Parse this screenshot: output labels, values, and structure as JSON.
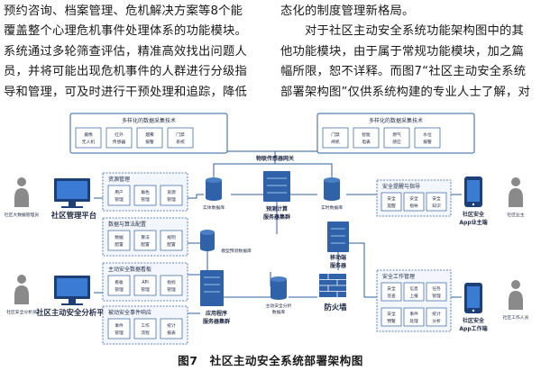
{
  "left_column": {
    "lines": [
      "预约咨询、档案管理、危机解决方案等8个能",
      "覆盖整个心理危机事件处理体系的功能模块。",
      "系统通过多轮筛查评估，精准高效找出问题人",
      "员，并将可能出现危机事件的人群进行分级指",
      "导和管理，可及时进行干预处理和追踪，降低"
    ]
  },
  "right_column": {
    "lines": [
      "态化的制度管理新格局。",
      "　　对于社区主动安全系统功能架构图中的其",
      "他功能模块，由于属于常规功能模块，加之篇",
      "幅所限，恕不详释。而图7“社区主动安全系统",
      "部署架构图”仅供系统构建的专业人士了解，对"
    ]
  },
  "figure": {
    "caption": "图7　社区主动安全系统部署架构图",
    "top_left_group": {
      "title": "多样化的数据采集技术",
      "items": [
        "摄像",
        "无人机",
        "红外",
        "传感器",
        "烟雾",
        "报警",
        "门禁",
        "系统"
      ]
    },
    "top_right_group": {
      "title": "多样化的数据采集技术",
      "items": [
        "门禁",
        "闸机",
        "智能",
        "电表",
        "燃气",
        "感应",
        "水位",
        "报警"
      ]
    },
    "gateway_label": "物联传感器网关",
    "left_users": {
      "top_person": "社区大数据管理员",
      "top_platform": "社区管理平台",
      "bottom_person": "社区安全分析员",
      "bottom_platform": "社区主动安全分析平台"
    },
    "middle_modules": [
      {
        "title": "资源管理",
        "tiles": [
          "用户",
          "管理",
          "角色",
          "管理",
          "资源",
          "管理"
        ]
      },
      {
        "title": "数据与算法配置",
        "tiles": [
          "数据",
          "配置",
          "算法",
          "配置",
          "规则",
          "配置"
        ]
      },
      {
        "title": "主动安全数据看板",
        "tiles": [
          "看板",
          "管理",
          "API",
          "管理",
          "指标",
          "管理"
        ]
      },
      {
        "title": "被动安全事件响应",
        "tiles": [
          "事件",
          "管理",
          "工作",
          "流程",
          "统计",
          "报表"
        ]
      }
    ],
    "center": {
      "realtime_db": "实体数据库",
      "realtime_db2": "实时数据库",
      "compute_cluster": "预测计算服务器集群",
      "distributed_db": "模型预测数据库",
      "app_cluster": "应用程序服务器集群",
      "safety_db": "主动安全分析数据库",
      "mobile_server": "移动端服务器",
      "firewall": "防火墙"
    },
    "right_modules": [
      {
        "title": "安全提醒与指导",
        "tiles": [
          "安全",
          "提醒",
          "安全",
          "指导",
          "安全",
          "知识"
        ]
      },
      {
        "title": "安全工作管理",
        "tiles": [
          "安全",
          "巡查",
          "信息",
          "上报",
          "任务",
          "管理",
          "安全",
          "预警",
          "事件",
          "处理",
          "统计",
          "分析"
        ]
      }
    ],
    "right_users": {
      "top_app": "社区安全App业主端",
      "top_person": "社区业主",
      "bottom_app": "社区安全App工作端",
      "bottom_person": "社区工作人员"
    }
  }
}
